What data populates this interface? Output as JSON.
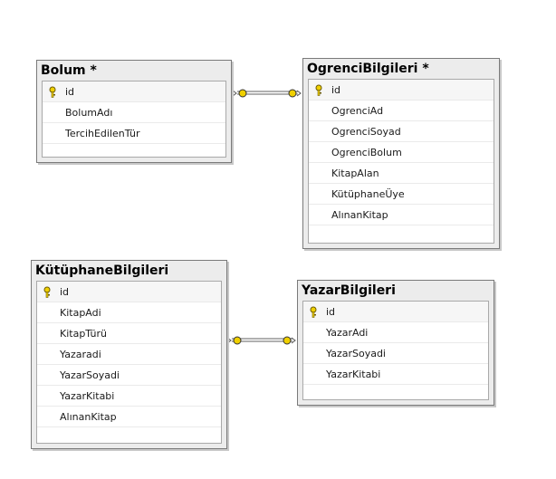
{
  "tables": {
    "bolum": {
      "title": "Bolum *",
      "columns": [
        "id",
        "BolumAdı",
        "TercihEdilenTür"
      ]
    },
    "ogrenci": {
      "title": "OgrenciBilgileri *",
      "columns": [
        "id",
        "OgrenciAd",
        "OgrenciSoyad",
        "OgrenciBolum",
        "KitapAlan",
        "KütüphaneÜye",
        "AlınanKitap"
      ]
    },
    "kutuphane": {
      "title": "KütüphaneBilgileri",
      "columns": [
        "id",
        "KitapAdi",
        "KitapTürü",
        "Yazaradi",
        "YazarSoyadi",
        "YazarKitabi",
        "AlınanKitap"
      ]
    },
    "yazar": {
      "title": "YazarBilgileri",
      "columns": [
        "id",
        "YazarAdi",
        "YazarSoyadi",
        "YazarKitabi"
      ]
    }
  },
  "primary_key_icon": "key-icon",
  "relationship_icon": "key-endpoint-icon",
  "relationships": [
    {
      "from": "bolum",
      "to": "ogrenci"
    },
    {
      "from": "kutuphane",
      "to": "yazar"
    }
  ],
  "colors": {
    "title_bar": "#ececec",
    "border": "#7a7a7a",
    "key": "#f0d000",
    "line": "#808080"
  }
}
